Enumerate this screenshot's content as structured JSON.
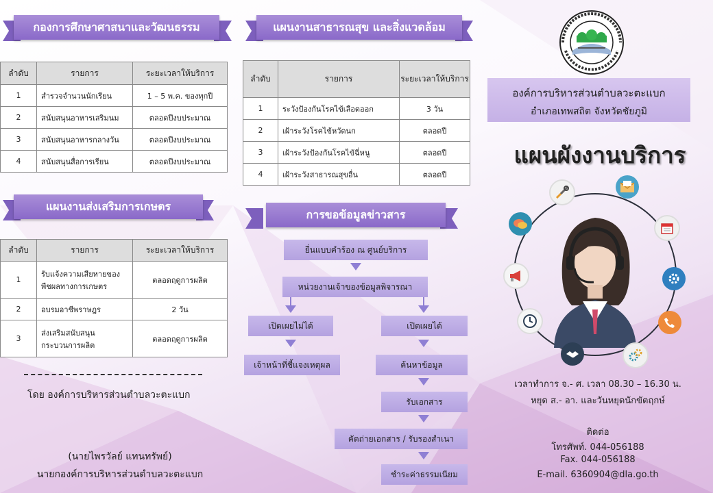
{
  "left": {
    "education": {
      "title": "กองการศึกษาศาสนาและวัฒนธรรม",
      "headers": [
        "ลำดับ",
        "รายการ",
        "ระยะเวลาให้บริการ"
      ],
      "rows": [
        [
          "1",
          "สำรวจจำนวนนักเรียน",
          "1 – 5 พ.ค. ของทุกปี"
        ],
        [
          "2",
          "สนับสนุนอาหารเสริมนม",
          "ตลอดปีงบประมาณ"
        ],
        [
          "3",
          "สนับสนุนอาหารกลางวัน",
          "ตลอดปีงบประมาณ"
        ],
        [
          "4",
          "สนับสนุนสื่อการเรียน",
          "ตลอดปีงบประมาณ"
        ]
      ]
    },
    "agriculture": {
      "title": "แผนงานส่งเสริมการเกษตร",
      "headers": [
        "ลำดับ",
        "รายการ",
        "ระยะเวลาให้บริการ"
      ],
      "rows": [
        [
          "1",
          "รับแจ้งความเสียหายของพืชผลทางการเกษตร",
          "ตลอดฤดูการผลิต"
        ],
        [
          "2",
          "อบรมอาชีพราษฎร",
          "2 วัน"
        ],
        [
          "3",
          "ส่งเสริมสนับสนุนกระบวนการผลิต",
          "ตลอดฤดูการผลิต"
        ]
      ]
    },
    "by_line": "โดย  องค์การบริหารส่วนตำบลวะตะแบก",
    "signer_name": "(นายไพรวัลย์   แทนทรัพย์)",
    "signer_title": "นายกองค์การบริหารส่วนตำบลวะตะแบก"
  },
  "middle": {
    "health": {
      "title": "แผนงานสาธารณสุข และสิ่งแวดล้อม",
      "headers": [
        "ลำดับ",
        "รายการ",
        "ระยะเวลาให้บริการ"
      ],
      "rows": [
        [
          "1",
          "ระวังป้องกันโรคไข้เลือดออก",
          "3 วัน"
        ],
        [
          "2",
          "เฝ้าระวังโรคไข้หวัดนก",
          "ตลอดปี"
        ],
        [
          "3",
          "เฝ้าระวังป้องกันโรคไข้ฉี่หนู",
          "ตลอดปี"
        ],
        [
          "4",
          "เฝ้าระวังสาธารณสุขอื่น",
          "ตลอดปี"
        ]
      ]
    },
    "info": {
      "title": "การขอข้อมูลข่าวสาร",
      "step1": "ยื่นแบบคำร้อง  ณ  ศูนย์บริการ",
      "step2": "หน่วยงานเจ้าของข้อมูลพิจารณา",
      "no": "เปิดเผยไม่ได้",
      "no_reason": "เจ้าหน้าที่ชี้แจงเหตุผล",
      "yes": "เปิดเผยได้",
      "find": "ค้นหาข้อมูล",
      "receive": "รับเอกสาร",
      "copy": "คัดถ่ายเอกสาร / รับรองสำเนา",
      "fee": "ชำระค่าธรรมเนียม"
    }
  },
  "right": {
    "logo_text": "องค์การบริหารส่วนตำบลวะตะแบก อำเภอเทพสถิต จังหวัดชัยภูมิ",
    "org_name": "องค์การบริหารส่วนตำบลวะตะแบก",
    "org_location": "อำเภอเทพสถิต  จังหวัดชัยภูมิ",
    "main_title": "แผนผังงานบริการ",
    "hours1": "เวลาทำการ จ.- ศ. เวลา 08.30 – 16.30 น.",
    "hours2": "หยุด ส.- อา. และวันหยุดนักขัตฤกษ์",
    "contact_label": "ติดต่อ",
    "phone": "โทรศัพท์. 044-056188",
    "fax": "Fax. 044-056188",
    "email": "E-mail. 6360904@dla.go.th",
    "icons": [
      "tools-icon",
      "mail-icon",
      "calendar-icon",
      "gear-icon",
      "phone-icon",
      "settings-icon",
      "handshake-icon",
      "clock-icon",
      "megaphone-icon",
      "chat-icon"
    ]
  }
}
